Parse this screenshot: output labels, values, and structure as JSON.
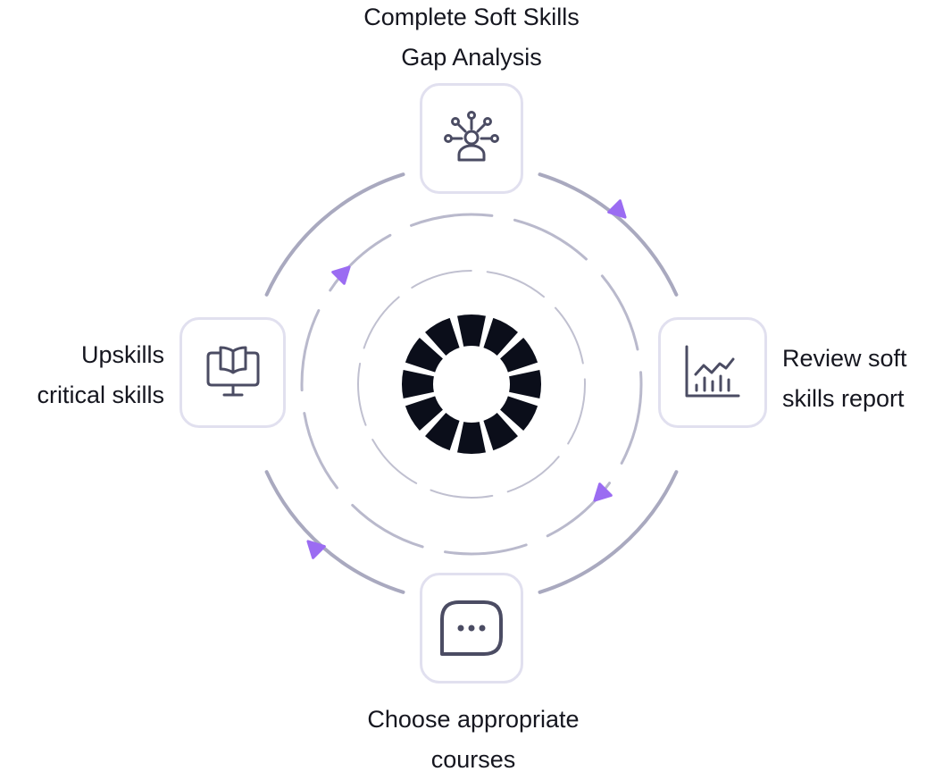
{
  "diagram": {
    "steps": {
      "top": {
        "line1": "Complete Soft Skills",
        "line2": "Gap Analysis",
        "icon": "person-network-icon"
      },
      "right": {
        "line1": "Review soft",
        "line2": "skills report",
        "icon": "bar-chart-trend-icon"
      },
      "bottom": {
        "line1": "Choose appropriate",
        "line2": "courses",
        "icon": "chat-bubble-icon"
      },
      "left": {
        "line1": "Upskills",
        "line2": "critical skills",
        "icon": "monitor-book-icon"
      }
    },
    "center_icon": "segmented-ring-logo-icon",
    "flow_direction": "clockwise",
    "colors": {
      "ring_outer": "#a9a9bf",
      "ring_inner": "#b9b9cc",
      "arrow": "#9b6cf2",
      "box_border": "#e1e0ef",
      "icon": "#4b4c63",
      "logo": "#0b0e1a",
      "text": "#15161f"
    }
  }
}
